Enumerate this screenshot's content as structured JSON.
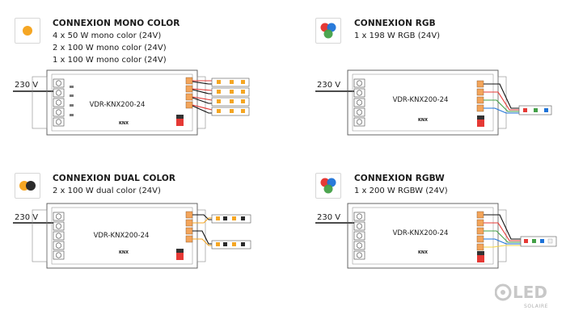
{
  "panels": {
    "mono": {
      "title": "CONNEXION MONO COLOR",
      "specs": [
        "4 x 50 W mono color (24V)",
        "2 x 100 W mono color (24V)",
        "1 x 100 W mono color (24V)"
      ],
      "voltage": "230 V",
      "device": "VDR-KNX200-24",
      "knx": "KNX"
    },
    "rgb": {
      "title": "CONNEXION RGB",
      "specs": [
        "1 x 198 W RGB (24V)"
      ],
      "voltage": "230 V",
      "device": "VDR-KNX200-24",
      "knx": "KNX"
    },
    "dual": {
      "title": "CONNEXION DUAL COLOR",
      "specs": [
        "2 x 100 W dual color (24V)"
      ],
      "voltage": "230 V",
      "device": "VDR-KNX200-24",
      "knx": "KNX"
    },
    "rgbw": {
      "title": "CONNEXION RGBW",
      "specs": [
        "1 x 200 W RGBW (24V)"
      ],
      "voltage": "230 V",
      "device": "VDR-KNX200-24",
      "knx": "KNX"
    }
  },
  "logo": {
    "main": "LED",
    "sub": "SOLAIRE"
  },
  "colors": {
    "orange": "#f5a623",
    "dark": "#2b2b2b",
    "red": "#e53935",
    "green": "#43a047",
    "blue": "#1e73d8",
    "white_led": "#f1f1f1"
  }
}
